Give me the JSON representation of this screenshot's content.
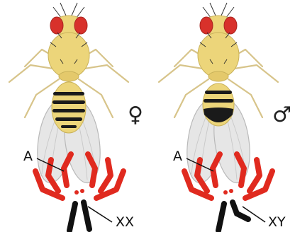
{
  "female": {
    "symbol": "♀",
    "chromosome_label": "A",
    "sex_chromosomes": "XX"
  },
  "male": {
    "symbol": "♂",
    "chromosome_label": "A",
    "sex_chromosomes": "XY"
  },
  "colors": {
    "autosome": "#e02a1f",
    "sex_chromosome": "#111111",
    "body": "#ecd57a",
    "eye": "#d8312b",
    "stripe": "#1a1a1a",
    "wing": "#e6e6e6"
  }
}
